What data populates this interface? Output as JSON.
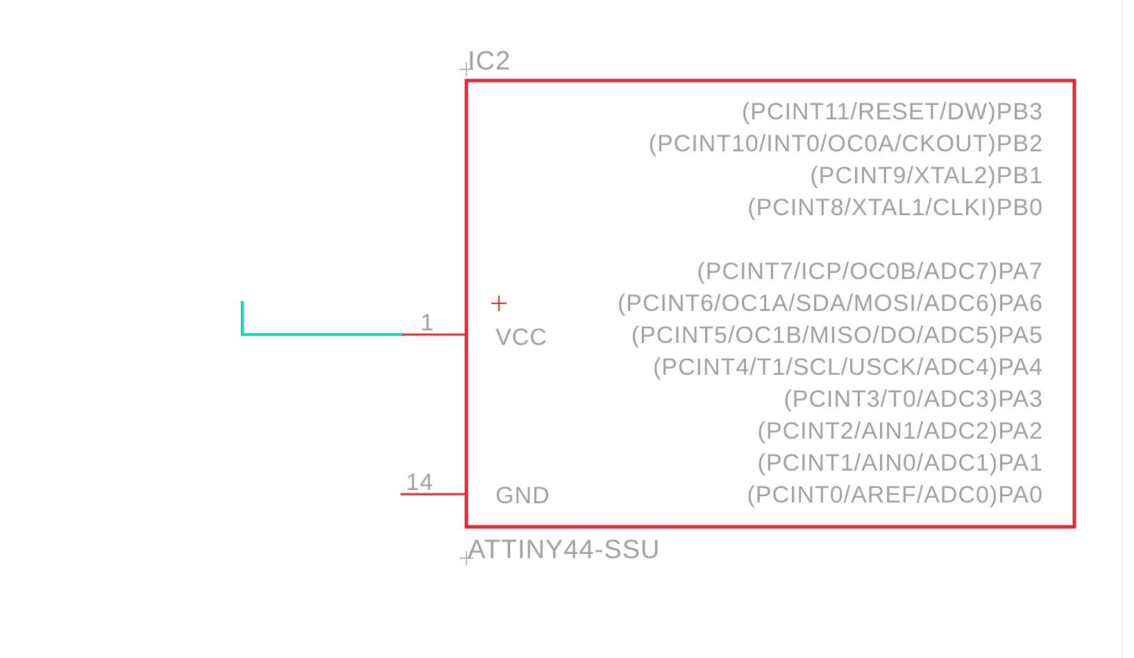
{
  "part": {
    "name": "IC2",
    "value": "ATTINY44-SSU",
    "left_pins": [
      {
        "number": "1",
        "name": "VCC"
      },
      {
        "number": "14",
        "name": "GND"
      }
    ],
    "right_pins": [
      "(PCINT11/RESET/DW)PB3",
      "(PCINT10/INT0/OC0A/CKOUT)PB2",
      "(PCINT9/XTAL2)PB1",
      "(PCINT8/XTAL1/CLKI)PB0",
      "(PCINT7/ICP/OC0B/ADC7)PA7",
      "(PCINT6/OC1A/SDA/MOSI/ADC6)PA6",
      "(PCINT5/OC1B/MISO/DO/ADC5)PA5",
      "(PCINT4/T1/SCL/USCK/ADC4)PA4",
      "(PCINT3/T0/ADC3)PA3",
      "(PCINT2/AIN1/ADC2)PA2",
      "(PCINT1/AIN0/ADC1)PA1",
      "(PCINT0/AREF/ADC0)PA0"
    ]
  },
  "colors": {
    "symbol": "#e62535",
    "net": "#00dcb4",
    "text": "#a0a0a0"
  }
}
